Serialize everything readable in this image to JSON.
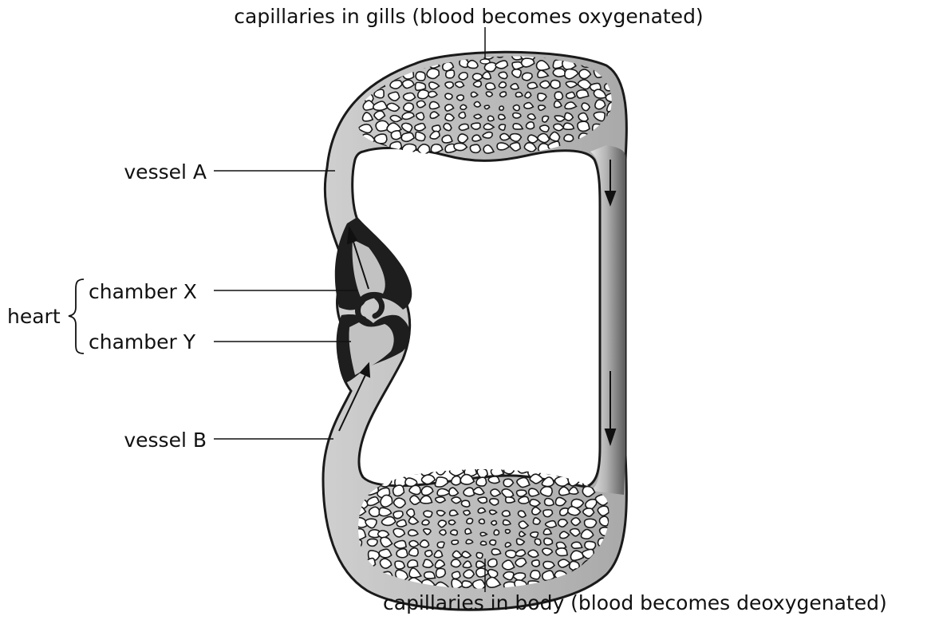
{
  "diagram": {
    "labels": {
      "capillaries_gills": "capillaries in gills (blood becomes oxygenated)",
      "capillaries_body": "capillaries in body (blood becomes deoxygenated)",
      "vessel_a": "vessel A",
      "vessel_b": "vessel B",
      "heart": "heart",
      "chamber_x": "chamber X",
      "chamber_y": "chamber Y"
    },
    "colors": {
      "vessel_fill": "#bdbdbd",
      "vessel_dark": "#5a5a5a",
      "outline": "#1a1a1a",
      "heart_muscle": "#1e1e1e",
      "capillary_hole": "#ffffff"
    }
  }
}
